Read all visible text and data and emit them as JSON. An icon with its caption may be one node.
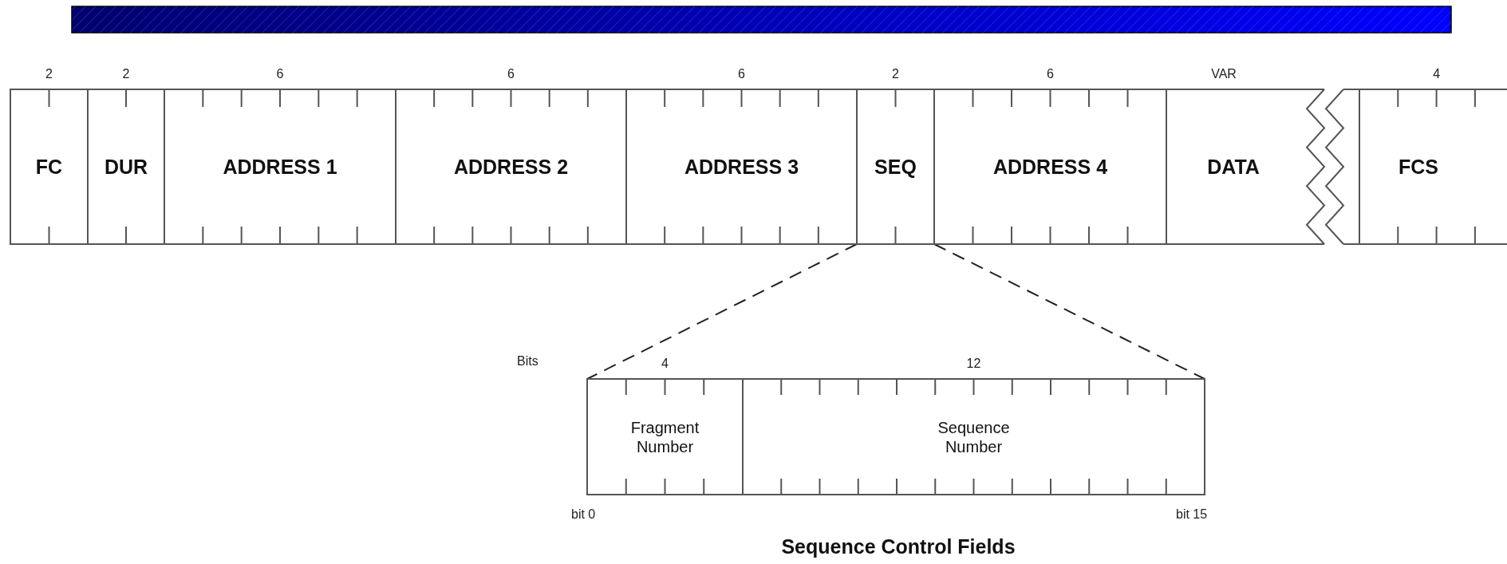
{
  "diagram": {
    "caption": "Sequence Control Fields",
    "nodes": [
      {
        "text": [
          "FC"
        ],
        "beside": [
          "2"
        ]
      },
      {
        "text": [
          "DUR"
        ],
        "beside": [
          "2"
        ]
      },
      {
        "text": [
          "ADDRESS 1"
        ],
        "beside": [
          "6"
        ]
      },
      {
        "text": [
          "ADDRESS 2"
        ],
        "beside": [
          "6"
        ]
      },
      {
        "text": [
          "ADDRESS 3"
        ],
        "beside": [
          "6"
        ]
      },
      {
        "text": [
          "SEQ"
        ],
        "beside": [
          "2"
        ]
      },
      {
        "text": [
          "ADDRESS 4"
        ],
        "beside": [
          "6"
        ]
      },
      {
        "text": [
          "DATA"
        ],
        "beside": [
          "VAR"
        ]
      },
      {
        "text": [
          "FCS"
        ],
        "beside": [
          "4"
        ]
      },
      {
        "text": [
          "Fragment Number"
        ],
        "beside": [
          "4"
        ]
      },
      {
        "text": [
          "Sequence Number"
        ],
        "beside": [
          "12"
        ]
      }
    ],
    "edges": [
      {
        "from": 5,
        "to": 9,
        "arrow": "none",
        "style": "dashed"
      },
      {
        "from": 5,
        "to": 10,
        "arrow": "none",
        "style": "dashed"
      }
    ],
    "labels": [
      "Bits",
      "bit 0",
      "bit 15"
    ]
  }
}
